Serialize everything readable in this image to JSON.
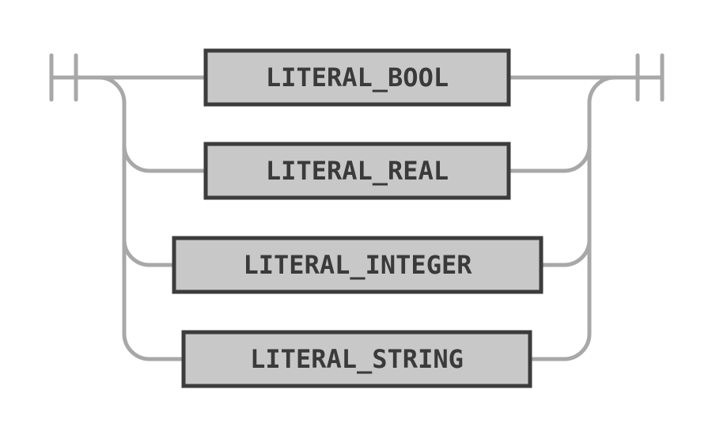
{
  "diagram": {
    "type": "railroad",
    "terminals": [
      {
        "id": "literal-bool",
        "label": "LITERAL_BOOL"
      },
      {
        "id": "literal-real",
        "label": "LITERAL_REAL"
      },
      {
        "id": "literal-integer",
        "label": "LITERAL_INTEGER"
      },
      {
        "id": "literal-string",
        "label": "LITERAL_STRING"
      }
    ],
    "colors": {
      "track": "#a8a8a8",
      "box_fill": "#c8c8c8",
      "box_stroke": "#3c3c3c",
      "text": "#3a3a3a",
      "background": "#ffffff"
    }
  }
}
